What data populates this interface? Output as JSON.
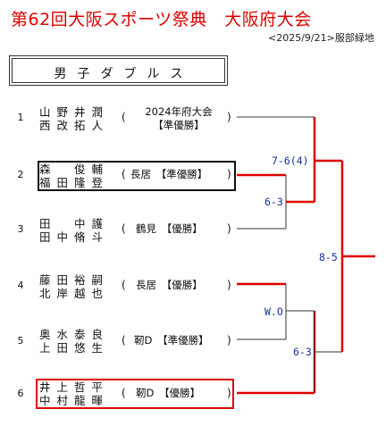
{
  "title": "第62回大阪スポーツ祭典　大阪府大会",
  "subtitle": "<2025/9/21>服部緑地",
  "category": "男子ダブルス",
  "entries": [
    {
      "num": "1",
      "players": [
        "山野井潤",
        "西改拓人"
      ],
      "info_lines": [
        "2024年府大会",
        "【準優勝】"
      ],
      "info_single": "",
      "highlight": "none"
    },
    {
      "num": "2",
      "players": [
        "森　俊輔",
        "福田隆登"
      ],
      "info_lines": [],
      "info_single": "長居　【準優勝】",
      "highlight": "black"
    },
    {
      "num": "3",
      "players": [
        "田　中護",
        "田中脩斗"
      ],
      "info_lines": [],
      "info_single": "鶴見　【優勝】",
      "highlight": "none"
    },
    {
      "num": "4",
      "players": [
        "藤田裕嗣",
        "北岸越也"
      ],
      "info_lines": [],
      "info_single": "長居　【優勝】",
      "highlight": "none"
    },
    {
      "num": "5",
      "players": [
        "奥水泰良",
        "上田悠生"
      ],
      "info_lines": [],
      "info_single": "靭D　【準優勝】",
      "highlight": "none"
    },
    {
      "num": "6",
      "players": [
        "井上哲平",
        "中村龍暉"
      ],
      "info_lines": [],
      "info_single": "靭D　【優勝】",
      "highlight": "red"
    }
  ],
  "scores": {
    "match_1_2": "6-3",
    "semi_top": "7-6(4)",
    "match_4_5": "W.O",
    "semi_bottom": "6-3",
    "final": "8-5"
  },
  "colors": {
    "win_line": "#e00000",
    "bracket_line": "#333333",
    "score_text": "#1a2fa0",
    "title_text": "#e00000"
  }
}
